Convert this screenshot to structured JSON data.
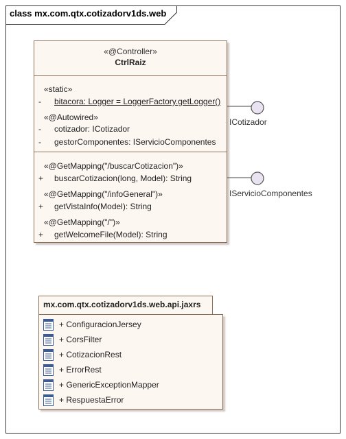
{
  "frame": {
    "title": "class mx.com.qtx.cotizadorv1ds.web"
  },
  "class_box": {
    "stereotype": "«@Controller»",
    "name": "CtrlRaiz",
    "attributes": [
      {
        "vis": "",
        "text": "«static»"
      },
      {
        "vis": "-",
        "text": "bitacora: Logger = LoggerFactory.getLogger()"
      },
      {
        "vis": "",
        "text": "«@Autowired»"
      },
      {
        "vis": "-",
        "text": "cotizador: ICotizador"
      },
      {
        "vis": "-",
        "text": "gestorComponentes: IServicioComponentes"
      }
    ],
    "operations": [
      {
        "vis": "",
        "text": "«@GetMapping(\"/buscarCotizacion\")»"
      },
      {
        "vis": "+",
        "text": "buscarCotizacion(long, Model): String"
      },
      {
        "vis": "",
        "text": "«@GetMapping(\"/infoGeneral\")»"
      },
      {
        "vis": "+",
        "text": "getVistaInfo(Model): String"
      },
      {
        "vis": "",
        "text": "«@GetMapping(\"/\")»"
      },
      {
        "vis": "+",
        "text": "getWelcomeFile(Model): String"
      }
    ]
  },
  "interfaces": [
    "ICotizador",
    "IServicioComponentes"
  ],
  "package": {
    "name": "mx.com.qtx.cotizadorv1ds.web.api.jaxrs",
    "items": [
      "+ ConfiguracionJersey",
      "+ CorsFilter",
      "+ CotizacionRest",
      "+ ErrorRest",
      "+ GenericExceptionMapper",
      "+ RespuestaError"
    ],
    "icon": "class-icon"
  },
  "colors": {
    "fill": "#fdf7f2",
    "border": "#8b6f58",
    "lollipop": "#e9e2f0"
  }
}
